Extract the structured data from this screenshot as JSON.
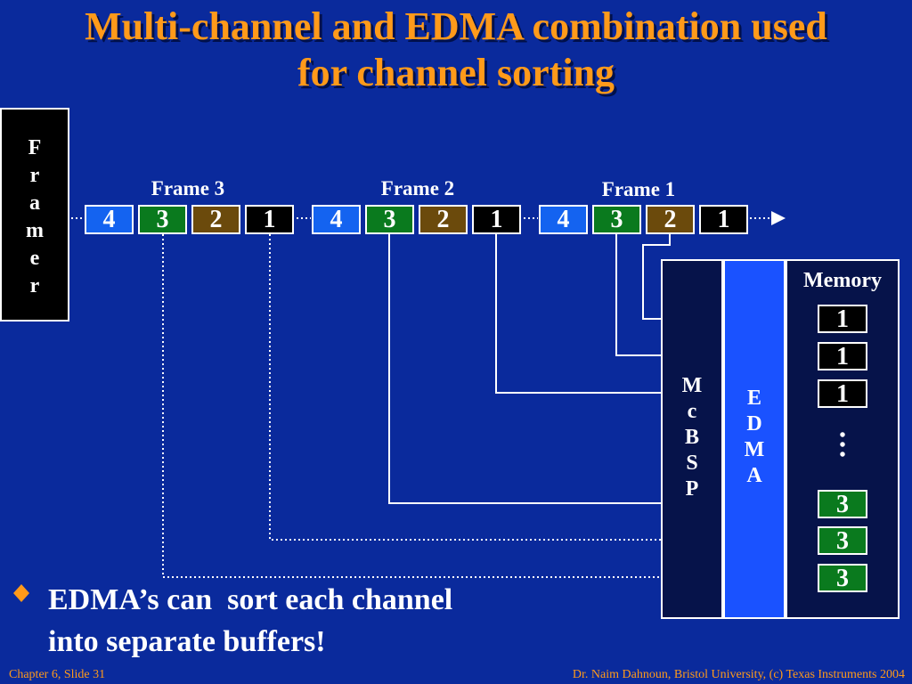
{
  "title": {
    "line1": "Multi-channel and EDMA combination used",
    "line2": "for channel sorting"
  },
  "framer": {
    "letters": [
      "F",
      "r",
      "a",
      "m",
      "e",
      "r"
    ]
  },
  "frames": [
    {
      "label": "Frame 3",
      "slots": [
        "4",
        "3",
        "2",
        "1"
      ]
    },
    {
      "label": "Frame 2",
      "slots": [
        "4",
        "3",
        "2",
        "1"
      ]
    },
    {
      "label": "Frame 1",
      "slots": [
        "4",
        "3",
        "2",
        "1"
      ]
    }
  ],
  "mcbsp": {
    "letters": [
      "M",
      "c",
      "B",
      "S",
      "P"
    ]
  },
  "edma": {
    "letters": [
      "E",
      "D",
      "M",
      "A"
    ]
  },
  "memory": {
    "label": "Memory",
    "buffers_top": [
      "1",
      "1",
      "1"
    ],
    "ellipsis": [
      "•",
      "•",
      "•"
    ],
    "buffers_bottom": [
      "3",
      "3",
      "3"
    ]
  },
  "colors": {
    "background": "#0a2a9c",
    "title": "#ff9a1a",
    "channel4": "#1463f0",
    "channel3": "#0a7a1e",
    "channel2": "#6b4a0c",
    "channel1": "#000000",
    "edma": "#1a52ff"
  },
  "bullet": {
    "icon": "diamond-bullet-icon",
    "line1": "EDMA’s can  sort each channel",
    "line2": "into separate buffers!"
  },
  "footer": {
    "left": "Chapter 6, Slide 31",
    "right": "Dr. Naim Dahnoun, Bristol University,  (c) Texas Instruments 2004"
  }
}
